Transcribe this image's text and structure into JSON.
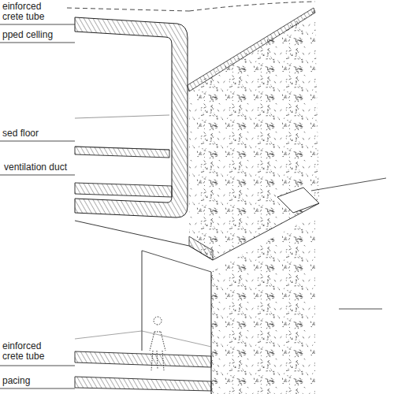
{
  "diagram": {
    "labels": [
      "einforced crete tube",
      "pped celling",
      "sed floor",
      "ventilation duct",
      "einforced crete tube",
      "pacing"
    ]
  }
}
